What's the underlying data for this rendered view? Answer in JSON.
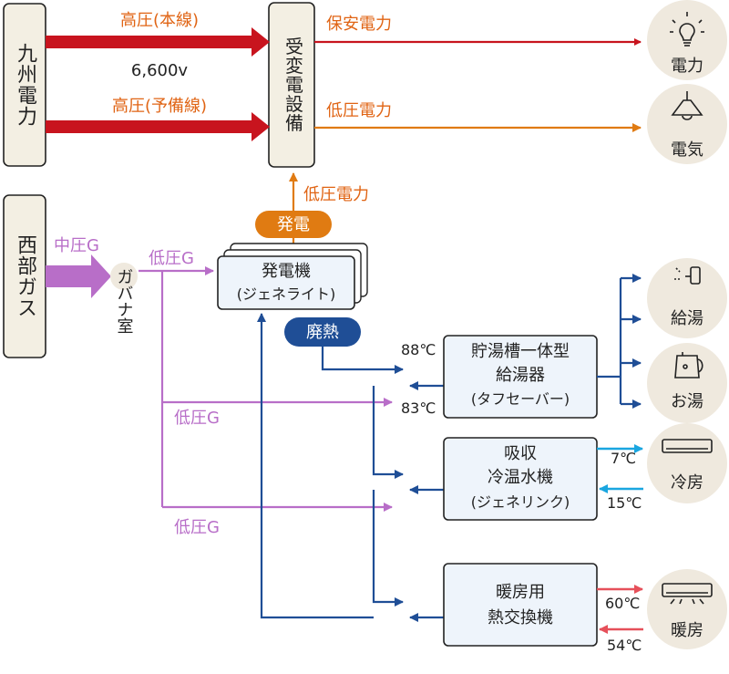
{
  "sources": {
    "kyushu": "九州電力",
    "saibu": "西部ガス"
  },
  "receiving_equipment": "受変電設備",
  "lines": {
    "hv_main": "高圧(本線)",
    "voltage": "6,600v",
    "hv_backup": "高圧(予備線)",
    "security_power": "保安電力",
    "lv_power_out": "低圧電力",
    "lv_power_gen": "低圧電力",
    "medium_gas": "中圧G",
    "governor": "ガバナ室",
    "low_gas_1": "低圧G",
    "low_gas_2": "低圧G",
    "low_gas_3": "低圧G"
  },
  "badges": {
    "generation": "発電",
    "waste_heat": "廃熱"
  },
  "generator": {
    "line1": "発電機",
    "line2": "(ジェネライト)"
  },
  "tank_heater": {
    "line1": "貯湯槽一体型",
    "line2": "給湯器",
    "line3": "(タフセーバー)"
  },
  "absorption_chiller": {
    "line1": "吸収",
    "line2": "冷温水機",
    "line3": "(ジェネリンク)"
  },
  "heating_exchanger": {
    "line1": "暖房用",
    "line2": "熱交換機"
  },
  "temperatures": {
    "t88": "88℃",
    "t83": "83℃",
    "t7": "7℃",
    "t15": "15℃",
    "t60": "60℃",
    "t54": "54℃"
  },
  "uses": {
    "power": "電力",
    "electricity": "電気",
    "hot_water_supply": "給湯",
    "hot_water": "お湯",
    "cooling": "冷房",
    "heating": "暖房"
  },
  "colors": {
    "red": "#c8141e",
    "orange": "#e07b12",
    "purple": "#b86ec8",
    "blue": "#1f4e96",
    "cyan": "#1aa6e0",
    "salmon": "#e6505a",
    "box_bg": "#f3efe3",
    "module_bg": "#eef4fb",
    "circle_bg": "#efe9de"
  }
}
